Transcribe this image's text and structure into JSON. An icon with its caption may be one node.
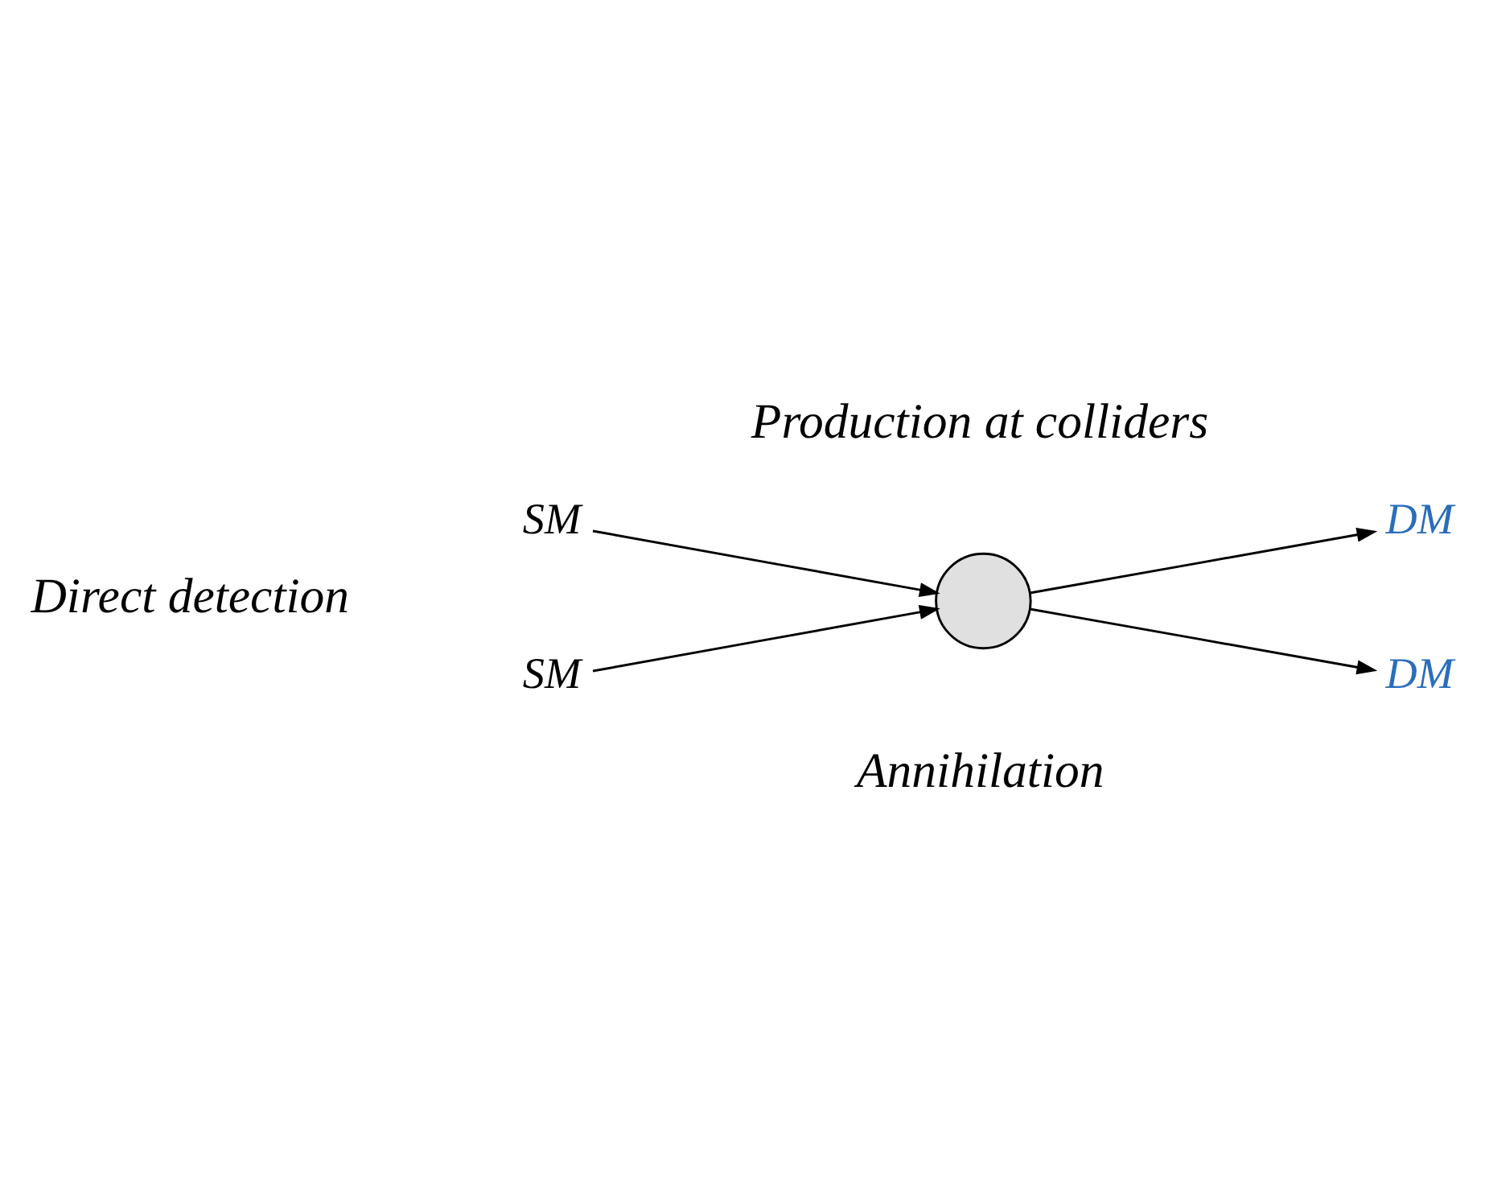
{
  "diagram": {
    "nodes": [
      {
        "text": [
          "SM"
        ]
      },
      {
        "text": [
          "DM"
        ]
      },
      {
        "text": [
          "SM"
        ]
      },
      {
        "text": [
          "DM"
        ]
      },
      {
        "text": [],
        "shape": "circle"
      }
    ],
    "edges": [
      {
        "from": 0,
        "to": 4,
        "arrow": "to"
      },
      {
        "from": 2,
        "to": 4,
        "arrow": "to"
      },
      {
        "from": 4,
        "to": 1,
        "arrow": "to"
      },
      {
        "from": 4,
        "to": 3,
        "arrow": "to"
      }
    ],
    "labels": [
      "Production at colliders",
      "Direct detection",
      "Annihilation"
    ]
  }
}
